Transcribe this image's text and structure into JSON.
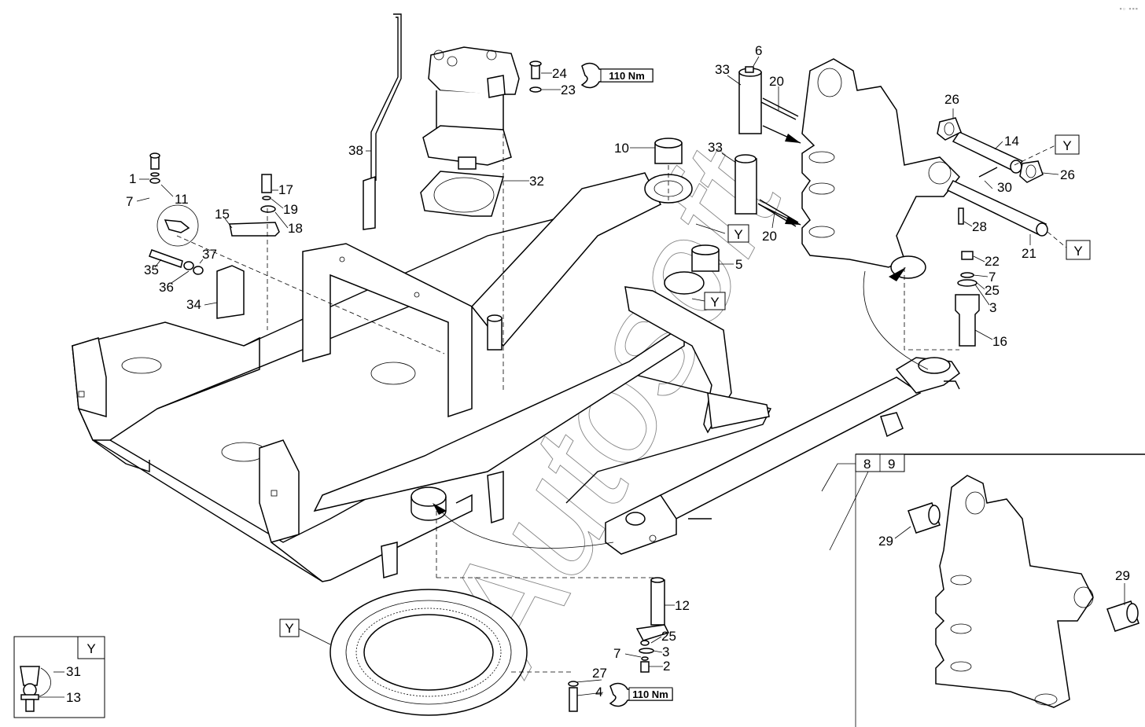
{
  "diagram": {
    "title": "Swing frame / boom swivel exploded parts view",
    "watermark": "Autosoft",
    "reference_marker": "Y",
    "torque_specs": [
      {
        "id": "torque-top",
        "value": "110 Nm"
      },
      {
        "id": "torque-bottom",
        "value": "110 Nm"
      }
    ],
    "part_labels": [
      {
        "id": "p1",
        "text": "1"
      },
      {
        "id": "p7a",
        "text": "7"
      },
      {
        "id": "p11",
        "text": "11"
      },
      {
        "id": "p17",
        "text": "17"
      },
      {
        "id": "p19",
        "text": "19"
      },
      {
        "id": "p15",
        "text": "15"
      },
      {
        "id": "p18",
        "text": "18"
      },
      {
        "id": "p35",
        "text": "35"
      },
      {
        "id": "p37",
        "text": "37"
      },
      {
        "id": "p36",
        "text": "36"
      },
      {
        "id": "p34",
        "text": "34"
      },
      {
        "id": "p38",
        "text": "38"
      },
      {
        "id": "p24",
        "text": "24"
      },
      {
        "id": "p23",
        "text": "23"
      },
      {
        "id": "p32",
        "text": "32"
      },
      {
        "id": "p10",
        "text": "10"
      },
      {
        "id": "p5",
        "text": "5"
      },
      {
        "id": "p33a",
        "text": "33"
      },
      {
        "id": "p6",
        "text": "6"
      },
      {
        "id": "p20a",
        "text": "20"
      },
      {
        "id": "p33b",
        "text": "33"
      },
      {
        "id": "p20b",
        "text": "20"
      },
      {
        "id": "p26a",
        "text": "26"
      },
      {
        "id": "p14",
        "text": "14"
      },
      {
        "id": "p26b",
        "text": "26"
      },
      {
        "id": "p30",
        "text": "30"
      },
      {
        "id": "p28",
        "text": "28"
      },
      {
        "id": "p21",
        "text": "21"
      },
      {
        "id": "p22",
        "text": "22"
      },
      {
        "id": "p7b",
        "text": "7"
      },
      {
        "id": "p25a",
        "text": "25"
      },
      {
        "id": "p3a",
        "text": "3"
      },
      {
        "id": "p16",
        "text": "16"
      },
      {
        "id": "p8",
        "text": "8"
      },
      {
        "id": "p9",
        "text": "9"
      },
      {
        "id": "p29a",
        "text": "29"
      },
      {
        "id": "p29b",
        "text": "29"
      },
      {
        "id": "p12",
        "text": "12"
      },
      {
        "id": "p25b",
        "text": "25"
      },
      {
        "id": "p3b",
        "text": "3"
      },
      {
        "id": "p7c",
        "text": "7"
      },
      {
        "id": "p2",
        "text": "2"
      },
      {
        "id": "p27",
        "text": "27"
      },
      {
        "id": "p4",
        "text": "4"
      },
      {
        "id": "p31",
        "text": "31"
      },
      {
        "id": "p13",
        "text": "13"
      }
    ],
    "legend_box": {
      "title": "Y",
      "items": [
        "31",
        "13"
      ]
    },
    "variant_box": {
      "labels": [
        "8",
        "9"
      ]
    },
    "corner_indicator": "▪︎▫︎ ▪︎▪︎▪︎"
  }
}
